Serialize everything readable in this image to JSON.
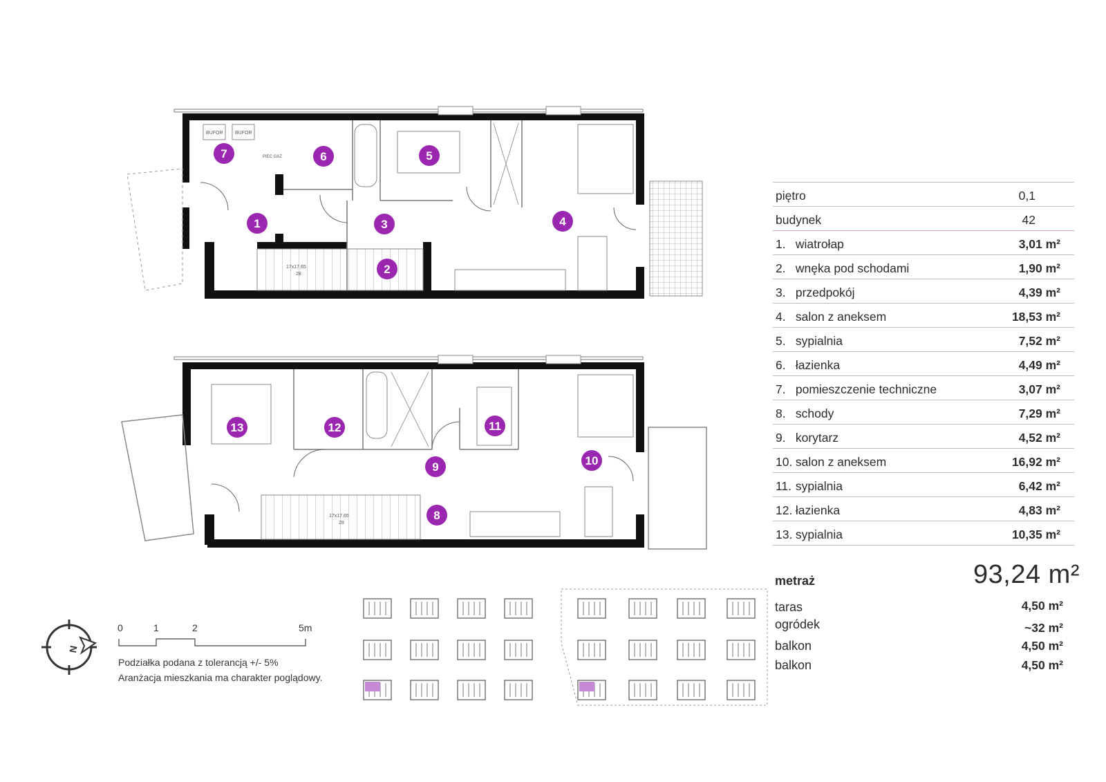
{
  "floor_plan": {
    "room_badges": [
      "1",
      "2",
      "3",
      "4",
      "5",
      "6",
      "7",
      "8",
      "9",
      "10",
      "11",
      "12",
      "13"
    ],
    "fixture_labels": {
      "bufor_1": "BUFOR",
      "bufor_2": "BUFOR",
      "piec_gaz": "PIEC GAZ",
      "stairs_ground": "17x17,65",
      "stairs_ground_sub": "28",
      "stairs_upper": "17x17,65",
      "stairs_upper_sub": "28"
    },
    "badge_color": "#9b27b0"
  },
  "summary": {
    "pietro_label": "piętro",
    "pietro_value": "0,1",
    "budynek_label": "budynek",
    "budynek_value": "42",
    "rooms": [
      {
        "num": "1.",
        "name": "wiatrołap",
        "area": "3,01 m²"
      },
      {
        "num": "2.",
        "name": "wnęka pod schodami",
        "area": "1,90 m²"
      },
      {
        "num": "3.",
        "name": "przedpokój",
        "area": "4,39 m²"
      },
      {
        "num": "4.",
        "name": "salon z aneksem",
        "area": "18,53 m²"
      },
      {
        "num": "5.",
        "name": "sypialnia",
        "area": "7,52 m²"
      },
      {
        "num": "6.",
        "name": "łazienka",
        "area": "4,49 m²"
      },
      {
        "num": "7.",
        "name": "pomieszczenie techniczne",
        "area": "3,07 m²"
      },
      {
        "num": "8.",
        "name": "schody",
        "area": "7,29 m²"
      },
      {
        "num": "9.",
        "name": "korytarz",
        "area": "4,52 m²"
      },
      {
        "num": "10.",
        "name": "salon z aneksem",
        "area": "16,92 m²"
      },
      {
        "num": "11.",
        "name": "sypialnia",
        "area": "6,42 m²"
      },
      {
        "num": "12.",
        "name": "łazienka",
        "area": "4,83 m²"
      },
      {
        "num": "13.",
        "name": "sypialnia",
        "area": "10,35 m²"
      }
    ],
    "metraz_label": "metraż",
    "metraz_value": "93,24 m²",
    "extras": [
      {
        "label": "taras",
        "value": "4,50 m²"
      },
      {
        "label": "ogródek",
        "value": "~32 m²"
      },
      {
        "label": "balkon",
        "value": "4,50 m²"
      },
      {
        "label": "balkon",
        "value": "4,50 m²"
      }
    ]
  },
  "scale": {
    "ticks": [
      "0",
      "1",
      "2",
      "5m"
    ],
    "note_line1": "Podziałka podana z tolerancją +/- 5%",
    "note_line2": "Aranżacja mieszkania ma charakter poglądowy."
  },
  "compass": {
    "north_label": "N"
  },
  "site_plan": {
    "highlight_color": "#c58ad6"
  }
}
